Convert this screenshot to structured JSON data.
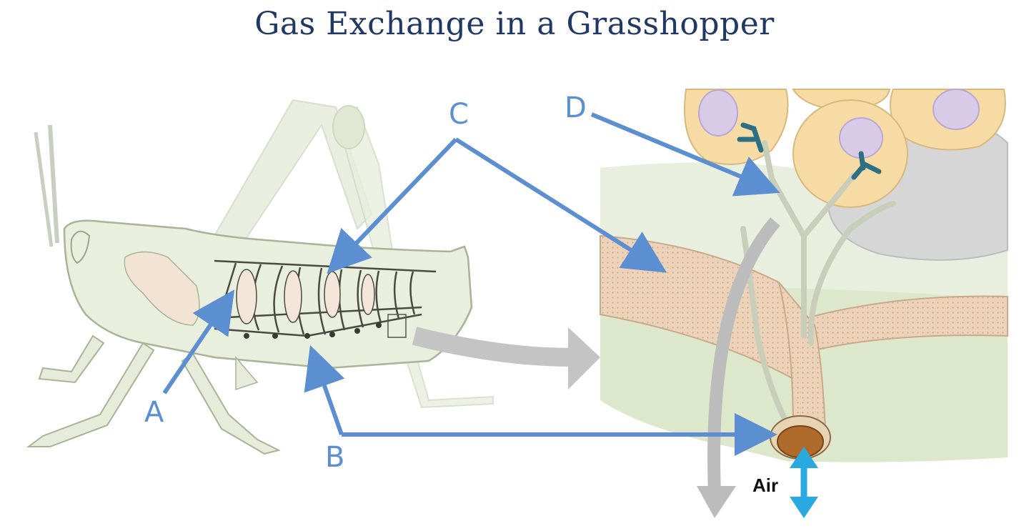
{
  "title": "Gas Exchange in a Grasshopper",
  "labels": {
    "a": "A",
    "b": "B",
    "c": "C",
    "d": "D",
    "air": "Air"
  },
  "colors": {
    "title": "#1f3864",
    "label_blue": "#5b8fd1",
    "air_arrow": "#2aa8e0",
    "gray_arrow": "#b8b8b8",
    "body_green": "#e9efdd",
    "tissue_green": "#d7e3c4",
    "cell_yellow": "#f6dca4",
    "nucleus_purple": "#d8cbe8",
    "trachea_tan": "#ecd2b8",
    "spiracle_brown": "#b06a2c",
    "tracheole_teal": "#2f6f86"
  }
}
